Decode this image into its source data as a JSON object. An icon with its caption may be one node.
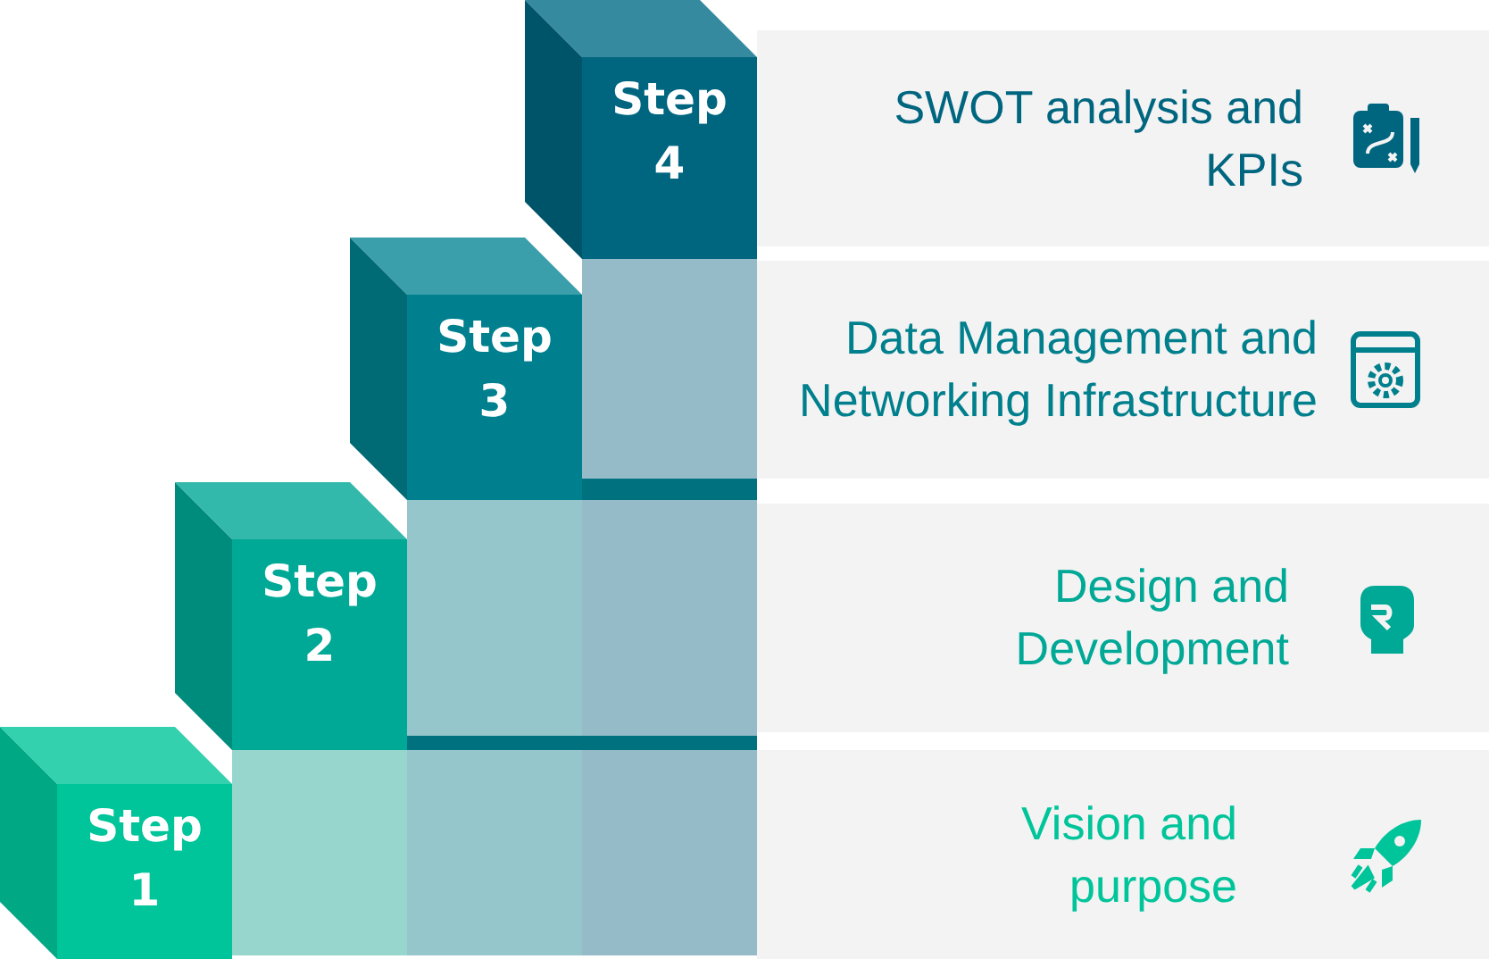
{
  "diagram": {
    "nodes": [
      {
        "text": [
          "Step 4"
        ]
      },
      {
        "text": [
          "SWOT analysis and KPIs"
        ]
      },
      {
        "text": [
          "Step 3"
        ]
      },
      {
        "text": [
          "Data Management and Networking Infrastructure"
        ]
      },
      {
        "text": [
          "Step 2"
        ]
      },
      {
        "text": [
          "Design and Development"
        ]
      },
      {
        "text": [
          "Step 1"
        ]
      },
      {
        "text": [
          "Vision and purpose"
        ]
      }
    ]
  }
}
